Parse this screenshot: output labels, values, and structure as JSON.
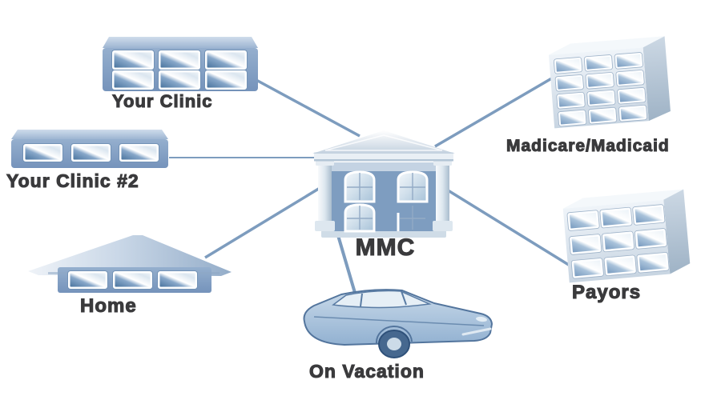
{
  "diagram": {
    "background_color": "#ffffff",
    "link_color": "#7d9cbe",
    "label_color": "#3a3a3c",
    "center_node": {
      "id": "mmc",
      "label": "MMC",
      "type": "bank-building"
    },
    "nodes": [
      {
        "id": "your-clinic",
        "label": "Your Clinic",
        "type": "clinic-building"
      },
      {
        "id": "your-clinic-2",
        "label": "Your Clinic #2",
        "type": "clinic-building"
      },
      {
        "id": "home",
        "label": "Home",
        "type": "house"
      },
      {
        "id": "madicare-madicaid",
        "label": "Madicare/Madicaid",
        "type": "office-building"
      },
      {
        "id": "payors",
        "label": "Payors",
        "type": "office-building"
      },
      {
        "id": "on-vacation",
        "label": "On Vacation",
        "type": "car"
      }
    ],
    "links": [
      {
        "from": "your-clinic",
        "to": "mmc"
      },
      {
        "from": "your-clinic-2",
        "to": "mmc"
      },
      {
        "from": "home",
        "to": "mmc"
      },
      {
        "from": "mmc",
        "to": "madicare-madicaid"
      },
      {
        "from": "mmc",
        "to": "payors"
      },
      {
        "from": "mmc",
        "to": "on-vacation"
      }
    ]
  }
}
